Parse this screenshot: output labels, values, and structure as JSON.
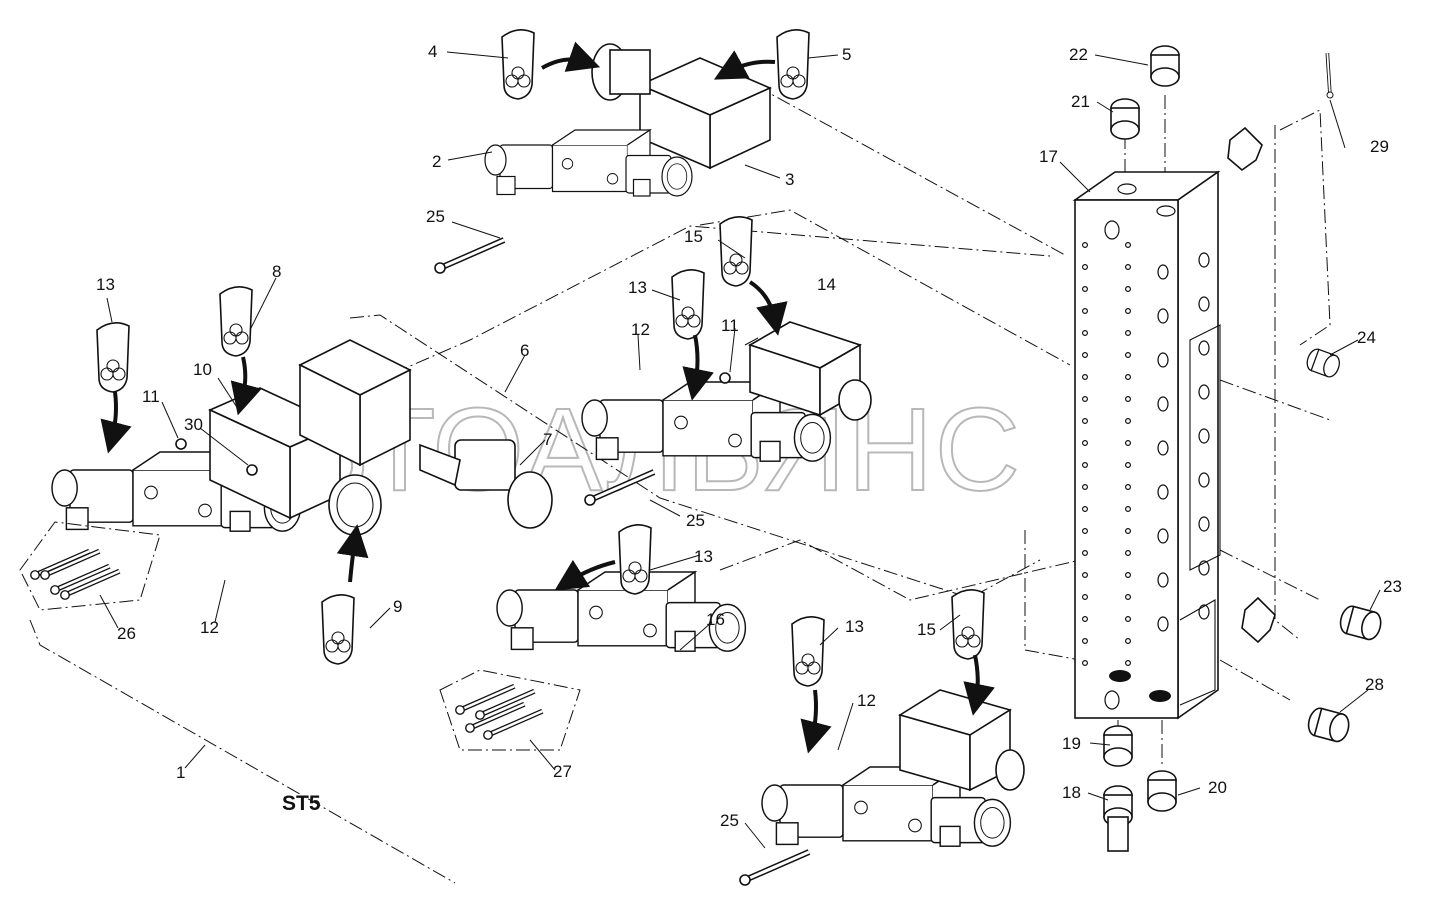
{
  "watermark": "АВТОАЛЬЯНС",
  "assembly_code": "ST5",
  "callouts": [
    "1",
    "2",
    "3",
    "4",
    "5",
    "6",
    "7",
    "8",
    "9",
    "10",
    "11",
    "11",
    "12",
    "12",
    "12",
    "13",
    "13",
    "13",
    "13",
    "14",
    "15",
    "15",
    "16",
    "17",
    "18",
    "19",
    "20",
    "21",
    "22",
    "23",
    "24",
    "25",
    "25",
    "25",
    "26",
    "27",
    "28",
    "29",
    "30"
  ]
}
